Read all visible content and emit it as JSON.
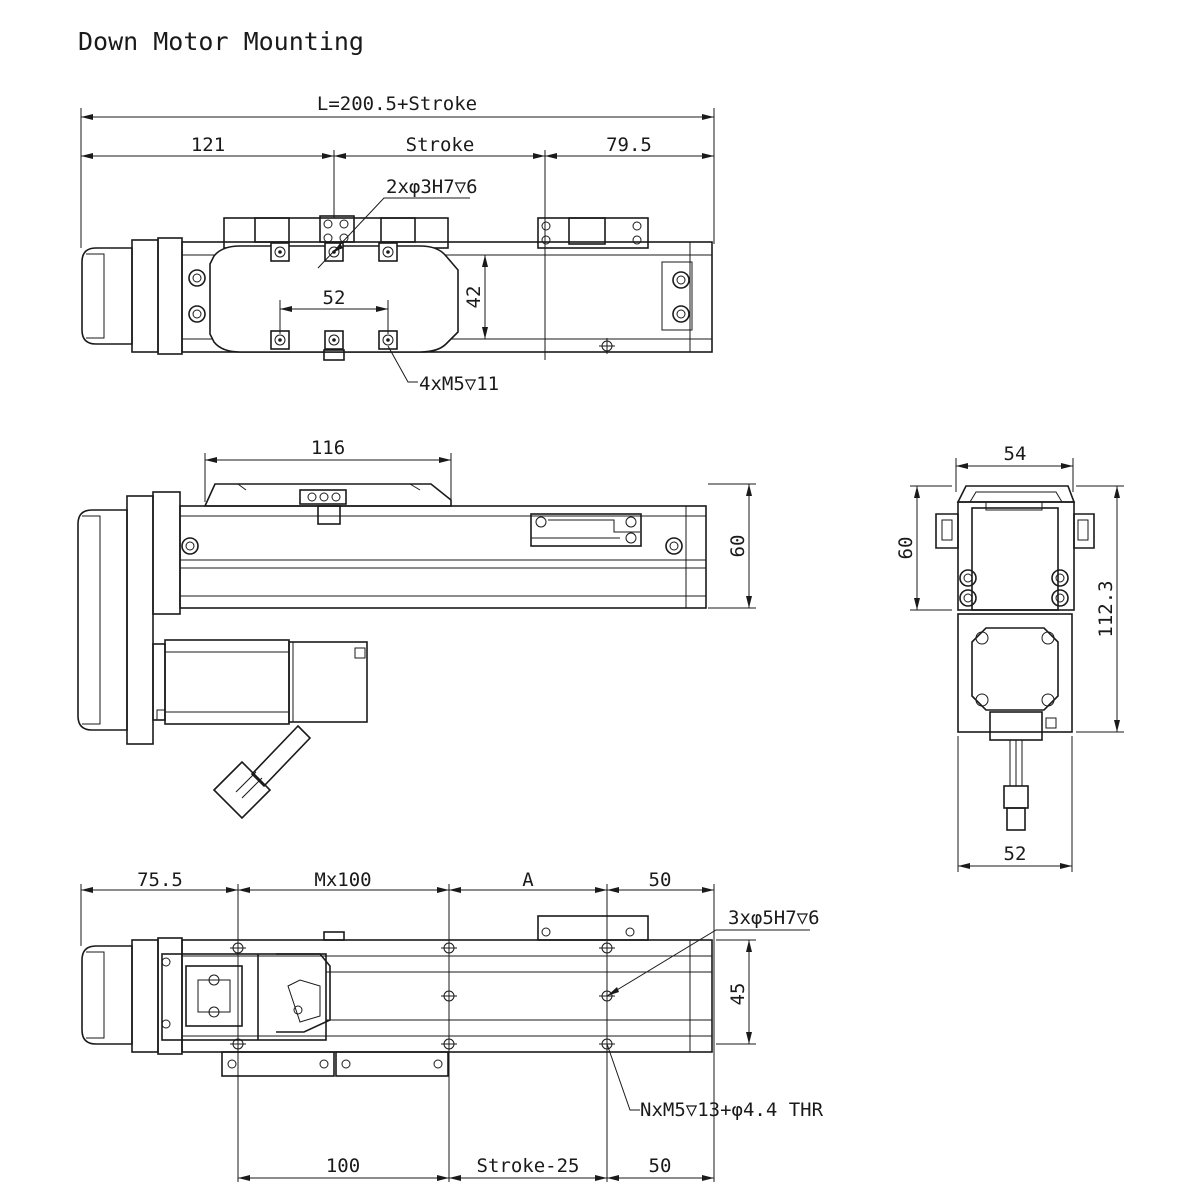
{
  "title": "Down Motor Mounting",
  "top_view": {
    "overall_length": "L=200.5+Stroke",
    "left_length": "121",
    "stroke": "Stroke",
    "right_length": "79.5",
    "pin_holes": "2xφ3H7▽6",
    "hole_spacing": "52",
    "height_42": "42",
    "tapped_holes": "4xM5▽11"
  },
  "side_view": {
    "carriage_length": "116",
    "height": "60"
  },
  "end_view": {
    "width_top": "54",
    "height_left": "60",
    "height_total": "112.3",
    "width_bottom": "52"
  },
  "bottom_view": {
    "left_offset": "75.5",
    "pitch": "Mx100",
    "a_dim": "A",
    "right_offset_top": "50",
    "pin_holes": "3xφ5H7▽6",
    "width_45": "45",
    "mount_holes": "NxM5▽13+φ4.4 THR",
    "bottom_left": "100",
    "bottom_stroke": "Stroke-25",
    "bottom_right": "50"
  }
}
